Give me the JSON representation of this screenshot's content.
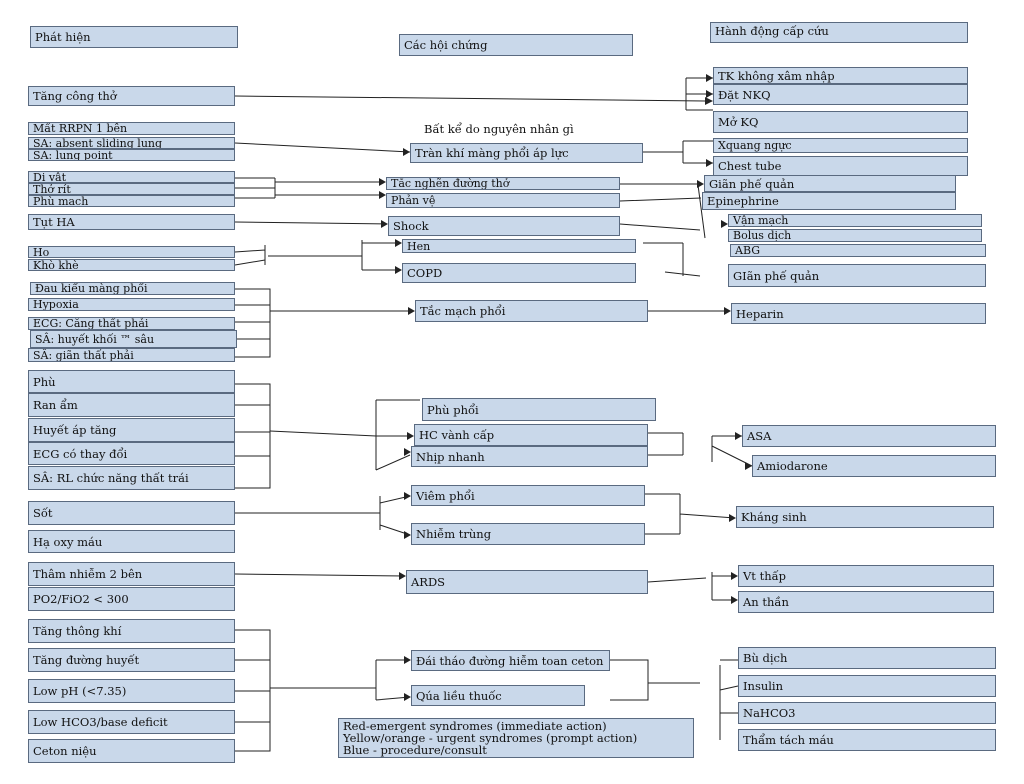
{
  "headers": {
    "detection": "Phát hiện",
    "syndromes": "Các hội chứng",
    "actions": "Hành động cấp cứu"
  },
  "detection": {
    "work_of_breathing": "Tăng công thở",
    "unilateral_breath_sounds_loss": "Mất RRPN 1 bên",
    "us_absent_sliding_lung": "SÂ: absent sliding lung",
    "us_lung_point": "SÂ: lung point",
    "foreign_body": "Dị vật",
    "stridor": "Thở rít",
    "angioedema": "Phù mạch",
    "hypotension": "Tụt HA",
    "cough": "Ho",
    "wheeze": "Khò khè",
    "pleuritic_pain": "Đau kiểu màng phổi",
    "hypoxia": "Hypoxia",
    "ecg_rv_strain": "ECG: Căng thất phải",
    "us_dvt": "SÂ: huyết khối ™ sâu",
    "us_rv_dilation": "SÂ: giãn thất phải",
    "edema": "Phù",
    "rales": "Ran ẩm",
    "hypertension": "Huyết áp tăng",
    "ecg_changes": "ECG có thay đổi",
    "us_lv_dysfunction": "SÂ: RL chức năng thất trái",
    "fever": "Sốt",
    "hypoxemia": "Hạ oxy máu",
    "bilateral_infiltrates": "Thâm nhiễm 2 bên",
    "pf_ratio": "PO2/FiO2 < 300",
    "hyperventilation": "Tăng thông khí",
    "hyperglycemia": "Tăng đường huyết",
    "low_ph": "Low pH (<7.35)",
    "low_hco3": "Low HCO3/base deficit",
    "ketonuria": "Ceton niệu"
  },
  "syndromes": {
    "note_any_cause": "Bất kể do nguyên nhân gì",
    "tension_pneumothorax": "Tràn khí màng phổi áp lực",
    "airway_obstruction": "Tắc nghẽn đường thở",
    "anaphylaxis": "Phản vệ",
    "shock": "Shock",
    "asthma": "Hen",
    "copd": "COPD",
    "pulmonary_embolism": "Tắc mạch phổi",
    "pulmonary_edema": "Phù phổi",
    "acs": "HC vành cấp",
    "tachycardia": "Nhịp nhanh",
    "pneumonia": "Viêm phổi",
    "infection": "Nhiễm trùng",
    "ards": "ARDS",
    "dka": "Đái tháo đường hiễm toan ceton",
    "overdose": "Qúa liều thuốc"
  },
  "actions": {
    "niv": "TK không xâm nhập",
    "intubation": "Đặt NKQ",
    "tracheostomy": "Mở KQ",
    "cxr": "Xquang ngực",
    "chest_tube": "Chest tube",
    "bronchodilator_1": "Giãn phế quản",
    "epinephrine": "Epinephrine",
    "vasopressor": "Vận mạch",
    "fluid_bolus": "Bolus dịch",
    "abg": "ABG",
    "bronchodilator_2": "GIãn phế quản",
    "heparin": "Heparin",
    "asa": "ASA",
    "amiodarone": "Amiodarone",
    "antibiotics": "Kháng sinh",
    "low_vt": "Vt thấp",
    "sedation": "An thần",
    "fluid_replacement": "Bù dịch",
    "insulin": "Insulin",
    "nahco3": "NaHCO3",
    "dialysis": "Thẩm tách máu"
  },
  "legend": {
    "red": "Red-emergent syndromes (immediate action)",
    "yellow": "Yellow/orange - urgent syndromes (prompt action)",
    "blue": "Blue - procedure/consult"
  },
  "colors": {
    "box_fill": "#c9d8ea",
    "box_border": "#5a6a80",
    "connector": "#222222"
  }
}
